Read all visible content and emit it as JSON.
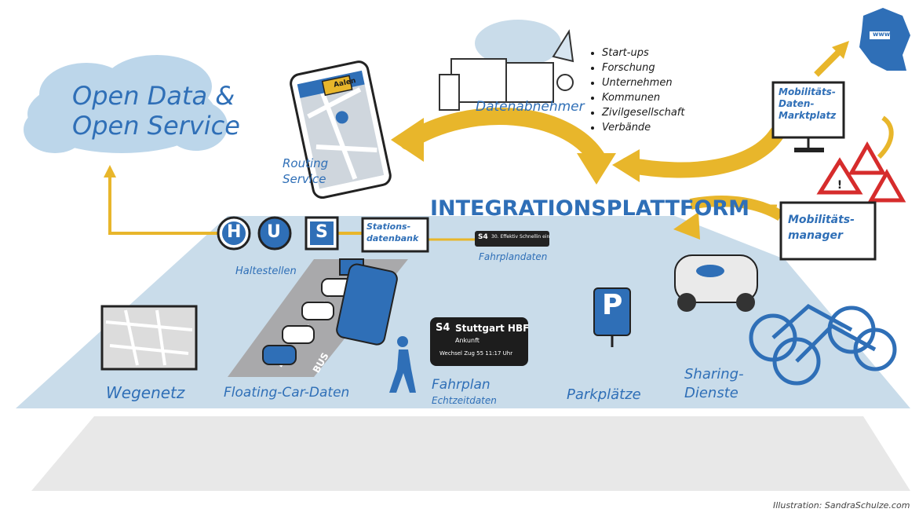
{
  "cloud": {
    "line1": "Open Data &",
    "line2": "Open Service"
  },
  "routing": {
    "line1": "Routing",
    "line2": "Service",
    "sign": "Aalen"
  },
  "consumers": {
    "label": "Datenabnehmer",
    "items": [
      "Start-ups",
      "Forschung",
      "Unternehmen",
      "Kommunen",
      "Zivilgesellschaft",
      "Verbände"
    ]
  },
  "marketplace": {
    "line1": "Mobilitäts-",
    "line2": "Daten-",
    "line3": "Marktplatz",
    "tag": "www"
  },
  "manager": {
    "line1": "Mobilitäts-",
    "line2": "manager"
  },
  "platform": {
    "title": "INTEGRATIONSPLATTFORM"
  },
  "stops": {
    "letters": [
      "H",
      "U",
      "S"
    ],
    "label": "Haltestellen"
  },
  "station_db": {
    "line1": "Stations-",
    "line2": "datenbank"
  },
  "timetable": {
    "label": "Fahrplandaten",
    "mini_code": "S4",
    "mini_text": "30. Effektiv Schnellin ein"
  },
  "board": {
    "line": "S4",
    "dest": "Stuttgart HBF",
    "sub": "Ankunft",
    "time": "Wechsel Zug 55 11:17 Uhr"
  },
  "labels": {
    "wegenetz": "Wegenetz",
    "floating": "Floating-Car-Daten",
    "fahrplan1": "Fahrplan",
    "fahrplan2": "Echtzeitdaten",
    "parking": "Parkplätze",
    "sharing1": "Sharing-",
    "sharing2": "Dienste",
    "bus_lane": "BUS",
    "parking_sign": "P"
  },
  "credit": "Illustration: SandraSchulze.com",
  "colors": {
    "accent": "#e8b62b",
    "blue": "#2f6fb7",
    "platform": "#c9dcea",
    "cloud": "#bcd6ea",
    "shadow": "#e8e8e8"
  }
}
